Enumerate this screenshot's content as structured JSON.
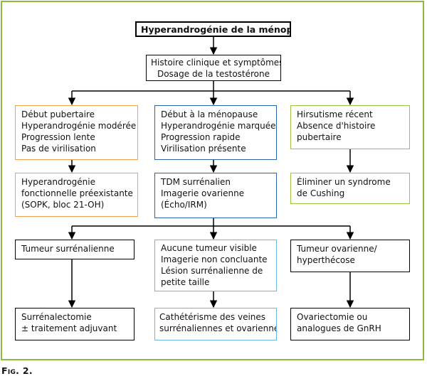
{
  "title": "Hyperandrogénie de la ménopause",
  "assessment": [
    "Histoire clinique et symptômes",
    "Dosage de la testostérone"
  ],
  "col_left": {
    "profile": [
      "Début pubertaire",
      "Hyperandrogénie modérée",
      "Progression lente",
      "Pas de virilisation"
    ],
    "result": [
      "Hyperandrogénie",
      "fonctionnelle préexistante",
      "(SOPK, bloc 21-OH)"
    ]
  },
  "col_middle": {
    "profile": [
      "Début à la ménopause",
      "Hyperandrogénie marquée",
      "Progression rapide",
      "Virilisation présente"
    ],
    "imaging": [
      "TDM surrénalien",
      "Imagerie ovarienne",
      "(Écho/IRM)"
    ]
  },
  "col_right": {
    "profile": [
      "Hirsutisme récent",
      "Absence d'histoire",
      "pubertaire"
    ],
    "result": [
      "Éliminer un syndrome",
      "de Cushing"
    ]
  },
  "findings": {
    "adrenal": [
      "Tumeur surrénalienne"
    ],
    "none": [
      "Aucune tumeur visible",
      "Imagerie non concluante",
      "Lésion surrénalienne de",
      "petite taille"
    ],
    "ovarian": [
      "Tumeur ovarienne/",
      "hyperthécose"
    ]
  },
  "treatments": {
    "adrenal": [
      "Surrénalectomie",
      "± traitement adjuvant"
    ],
    "none": [
      "Cathétérisme des veines",
      "surrénaliennes et ovariennes"
    ],
    "ovarian": [
      "Ovariectomie ou",
      "analogues de GnRH"
    ]
  },
  "caption": "Fig. 2.",
  "colors": {
    "frame": "#8dbb3c",
    "orange": "#f0a04b",
    "blue": "#2f63a8",
    "green": "#9ac53f",
    "light_blue": "#6fb7e3"
  }
}
